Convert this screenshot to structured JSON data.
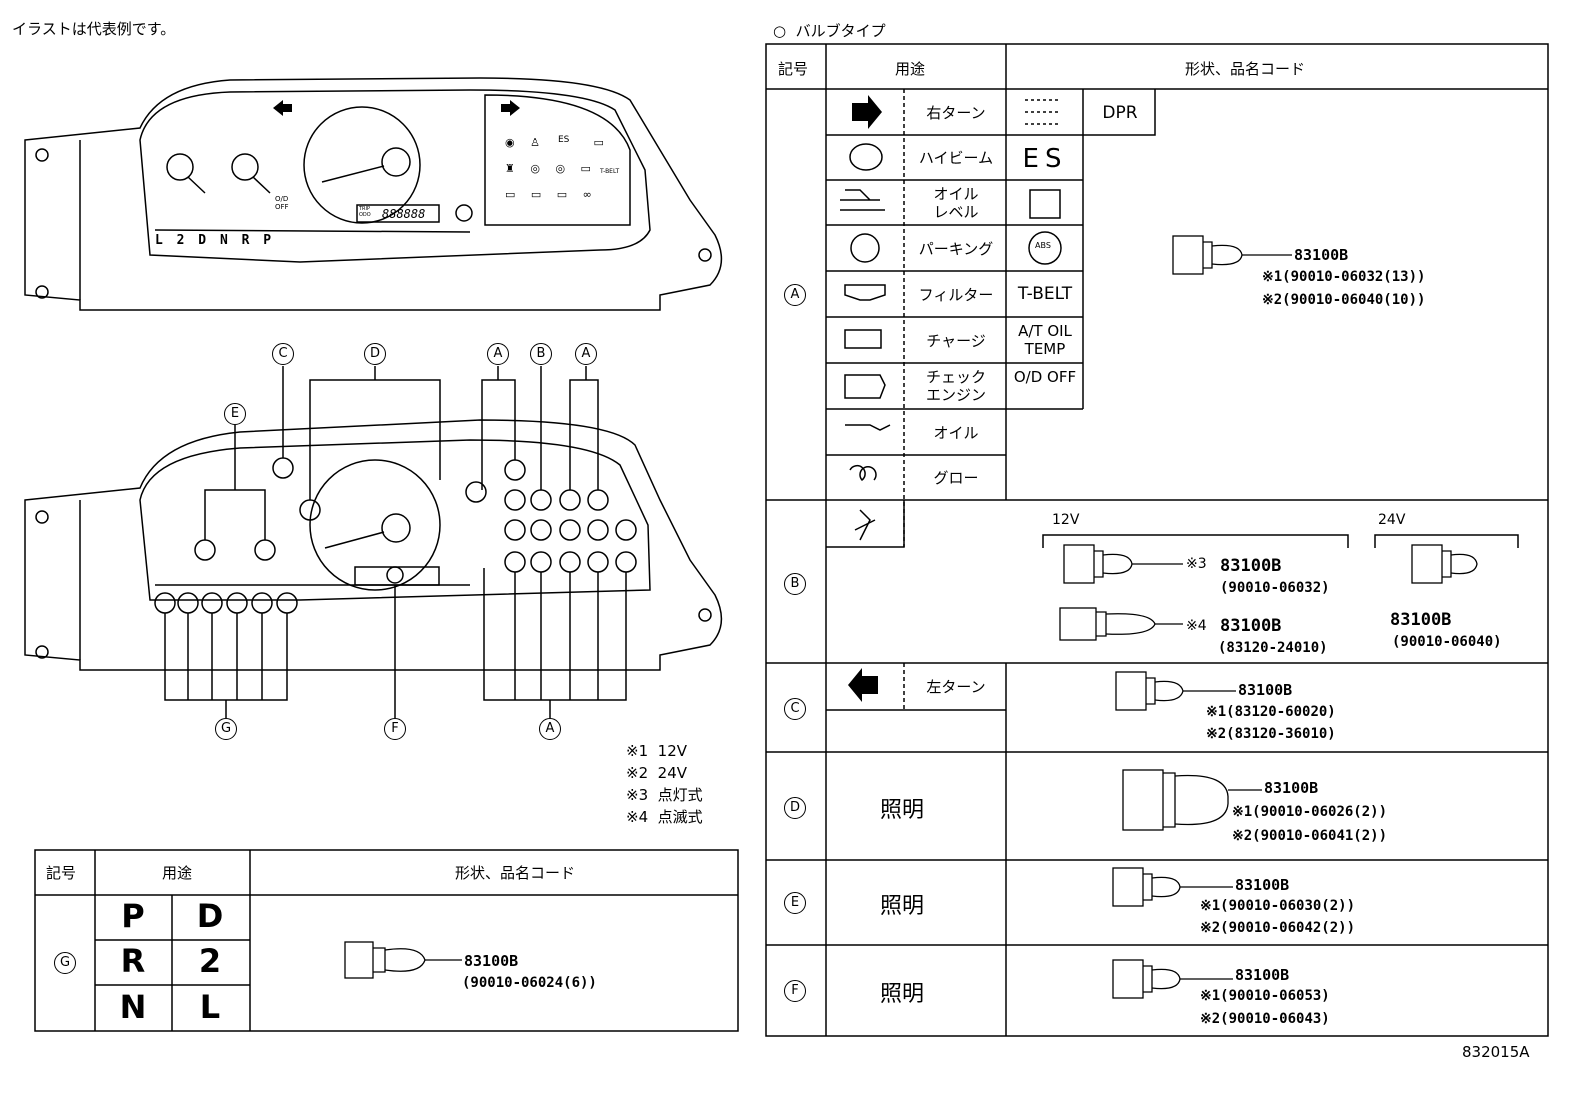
{
  "top_note": "イラストは代表例です。",
  "bulb_type_title": "バルブタイプ",
  "figure_code": "832015A",
  "cluster": {
    "shift_label": "L 2 D N R P",
    "od_off": "O/D OFF",
    "es": "ES",
    "tbelt": "T-BELT",
    "odometer": "888888",
    "trip_label": "TRIP ODO",
    "callouts_upper": [
      "C",
      "D",
      "A",
      "B",
      "A",
      "E"
    ],
    "callouts_lower": [
      "G",
      "F",
      "A"
    ]
  },
  "notes": [
    {
      "mark": "※1",
      "text": "12V"
    },
    {
      "mark": "※2",
      "text": "24V"
    },
    {
      "mark": "※3",
      "text": "点灯式"
    },
    {
      "mark": "※4",
      "text": "点滅式"
    }
  ],
  "table_headers": {
    "symbol": "記号",
    "use": "用途",
    "shape_code": "形状、品名コード"
  },
  "right_table": {
    "A": {
      "symbol": "A",
      "left_items": [
        {
          "icon": "right-turn-arrow-icon",
          "label": "右ターン"
        },
        {
          "icon": "high-beam-icon",
          "label": "ハイビーム"
        },
        {
          "icon": "oil-level-icon",
          "label": "オイル\nレベル"
        },
        {
          "icon": "parking-brake-icon",
          "label": "パーキング"
        },
        {
          "icon": "fuel-filter-icon",
          "label": "フィルター"
        },
        {
          "icon": "battery-charge-icon",
          "label": "チャージ"
        },
        {
          "icon": "check-engine-icon",
          "label": "チェック\nエンジン"
        },
        {
          "icon": "oil-pressure-icon",
          "label": "オイル"
        },
        {
          "icon": "glow-plug-icon",
          "label": "グロー"
        }
      ],
      "right_items": [
        "DPR",
        "ES",
        "door",
        "ABS",
        "T-BELT",
        "A/T OIL TEMP",
        "O/D OFF"
      ],
      "part": "83100B",
      "codes": [
        "※1(90010-06032(13))",
        "※2(90010-06040(10))"
      ]
    },
    "B": {
      "symbol": "B",
      "label_12v": "12V",
      "label_24v": "24V",
      "part_a": "83100B",
      "mark_a": "※3",
      "code_a": "(90010-06032)",
      "part_b": "83100B",
      "mark_b": "※4",
      "code_b": "(83120-24010)",
      "part_c": "83100B",
      "code_c": "(90010-06040)"
    },
    "C": {
      "symbol": "C",
      "label": "左ターン",
      "part": "83100B",
      "codes": [
        "※1(83120-60020)",
        "※2(83120-36010)"
      ]
    },
    "D": {
      "symbol": "D",
      "use": "照明",
      "part": "83100B",
      "codes": [
        "※1(90010-06026(2))",
        "※2(90010-06041(2))"
      ]
    },
    "E": {
      "symbol": "E",
      "use": "照明",
      "part": "83100B",
      "codes": [
        "※1(90010-06030(2))",
        "※2(90010-06042(2))"
      ]
    },
    "F": {
      "symbol": "F",
      "use": "照明",
      "part": "83100B",
      "codes": [
        "※1(90010-06053)",
        "※2(90010-06043)"
      ]
    }
  },
  "left_table": {
    "symbol": "G",
    "gears": [
      "P",
      "D",
      "R",
      "2",
      "N",
      "L"
    ],
    "part": "83100B",
    "code": "(90010-06024(6))"
  }
}
